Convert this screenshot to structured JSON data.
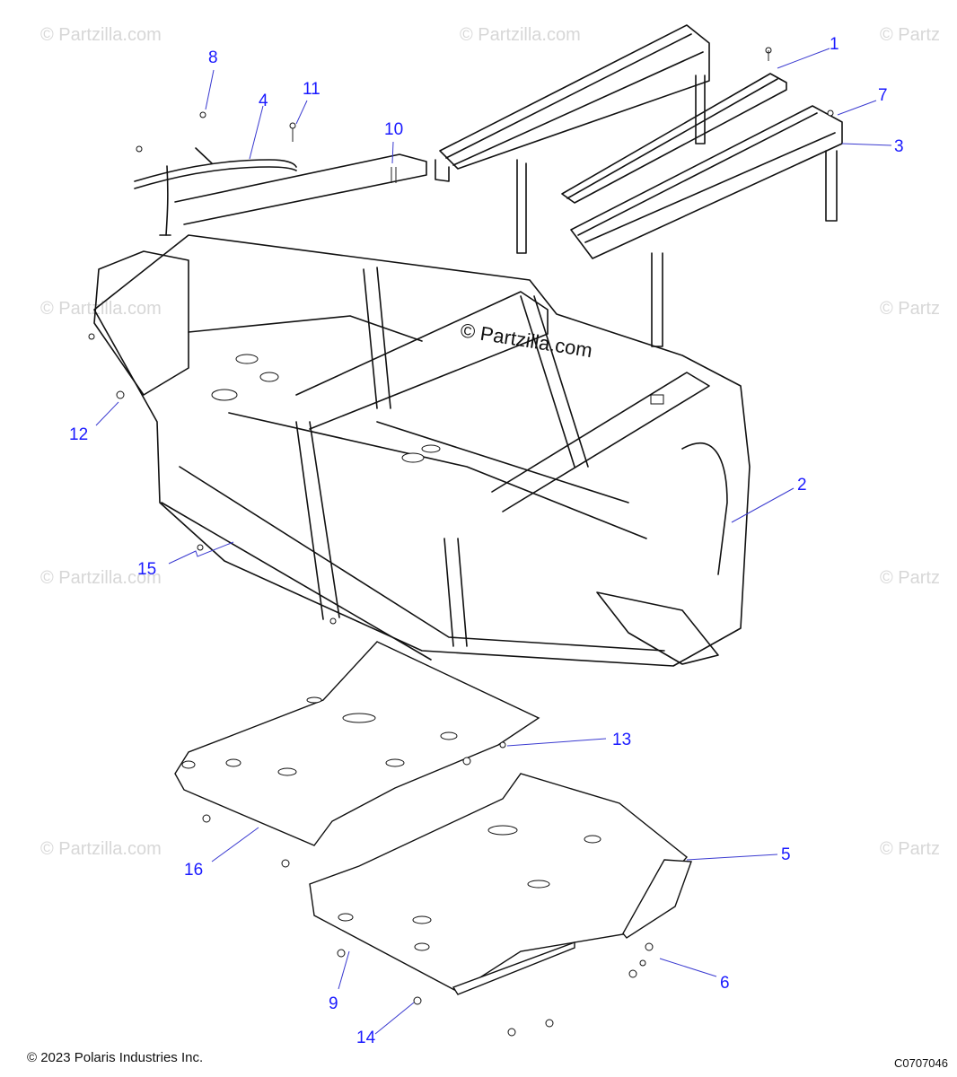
{
  "watermark": "© Partzilla.com",
  "watermark_side": "© Partz",
  "center_watermark": "© Partzilla.com",
  "copyright": "© 2023 Polaris Industries Inc.",
  "drawing_code": "C0707046",
  "callouts": [
    "1",
    "2",
    "3",
    "4",
    "5",
    "6",
    "7",
    "8",
    "9",
    "10",
    "11",
    "12",
    "13",
    "14",
    "15",
    "16"
  ],
  "colors": {
    "callout": "#1a1aff",
    "line": "#111111",
    "watermark": "#d7d7d7"
  }
}
